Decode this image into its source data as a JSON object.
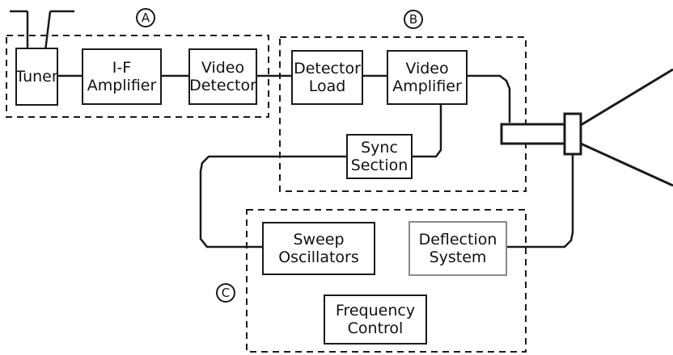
{
  "section_labels": {
    "a": "A",
    "b": "B",
    "c": "C"
  },
  "blocks": {
    "tuner": {
      "line1": "Tuner"
    },
    "if_amplifier": {
      "line1": "I-F",
      "line2": "Amplifier"
    },
    "video_detector": {
      "line1": "Video",
      "line2": "Detector"
    },
    "detector_load": {
      "line1": "Detector",
      "line2": "Load"
    },
    "video_amplifier": {
      "line1": "Video",
      "line2": "Amplifier"
    },
    "sync_section": {
      "line1": "Sync",
      "line2": "Section"
    },
    "sweep_oscillators": {
      "line1": "Sweep",
      "line2": "Oscillators"
    },
    "deflection_system": {
      "line1": "Deflection",
      "line2": "System"
    },
    "frequency_control": {
      "line1": "Frequency",
      "line2": "Control"
    }
  },
  "icons": [
    "antenna-icon",
    "picture-tube-icon"
  ]
}
